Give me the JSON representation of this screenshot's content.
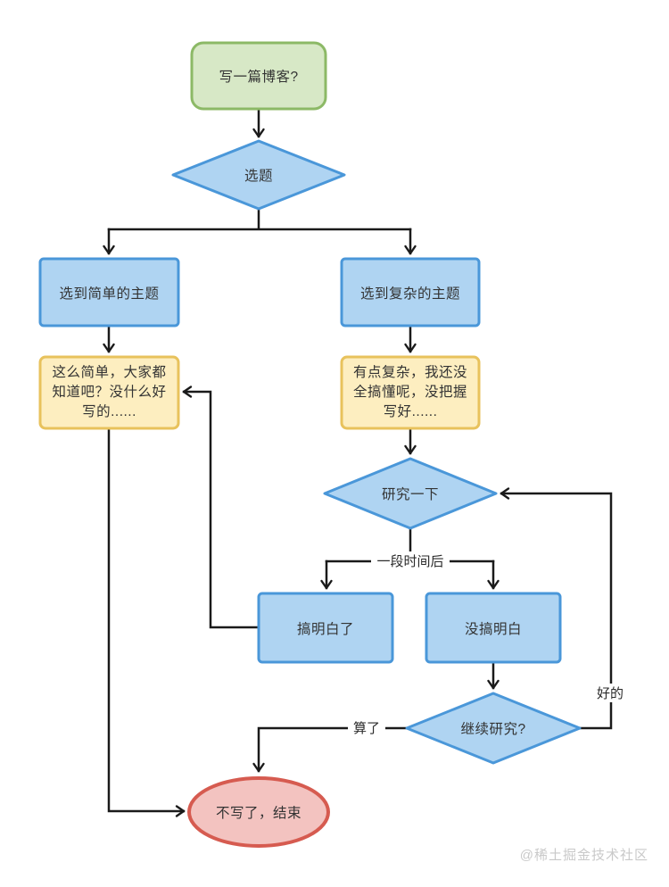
{
  "palette": {
    "line": "#1a1a1a",
    "text": "#333333",
    "green_fill": "#d7e8c6",
    "green_border": "#8cb966",
    "blue_fill": "#afd4f2",
    "blue_border": "#4a97d9",
    "yellow_fill": "#fdeec0",
    "yellow_border": "#e8c25c",
    "red_fill": "#f3c3c0",
    "red_border": "#d65b50",
    "watermark": "#c9c9c9"
  },
  "watermark": "@稀土掘金技术社区",
  "nodes": {
    "start": {
      "label": "写一篇博客?"
    },
    "choose_topic": {
      "label": "选题"
    },
    "simple_topic": {
      "label": "选到简单的主题"
    },
    "complex_topic": {
      "label": "选到复杂的主题"
    },
    "simple_thought": {
      "line1": "这么简单，大家都",
      "line2": "知道吧？没什么好",
      "line3": "写的......"
    },
    "complex_thought": {
      "line1": "有点复杂，我还没",
      "line2": "全搞懂呢，没把握",
      "line3": "写好......"
    },
    "research": {
      "label": "研究一下"
    },
    "understood": {
      "label": "搞明白了"
    },
    "not_understood": {
      "label": "没搞明白"
    },
    "continue_research": {
      "label": "继续研究?"
    },
    "end": {
      "label": "不写了，结束"
    }
  },
  "edge_labels": {
    "after_a_while": "一段时间后",
    "ok": "好的",
    "forget_it": "算了"
  }
}
